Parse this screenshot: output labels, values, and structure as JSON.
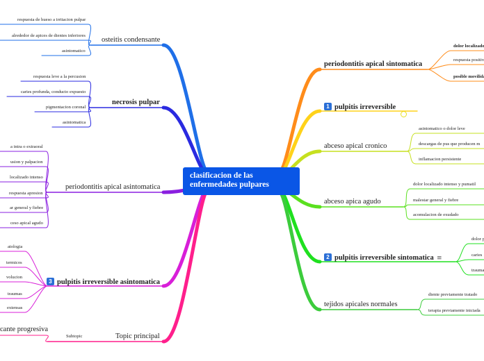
{
  "central": {
    "title": "clasificacion de las enfermedades pulpares"
  },
  "left": [
    {
      "label": "osteitis condensante",
      "color": "#1f6fe8",
      "children": [
        "respuesta de hueso a irritacion pulpar",
        "alrededor de apices de dientes inferiores",
        "asintomatico"
      ]
    },
    {
      "label": "necrosis pulpar",
      "color": "#2a2ae0",
      "bold": true,
      "children": [
        "respuesta leve a la percusion",
        "caries profunda, conducto expuesto",
        "pigmentacion coronal",
        "asintomatica"
      ]
    },
    {
      "label": "periodontitis apical asintomatica",
      "color": "#8a1fe0",
      "children": [
        "a intra o extraoral",
        "usion y palpacion",
        "localizado intenso",
        "respuesta apresion",
        "ar general y fiebre",
        "ceso apical agudo"
      ]
    },
    {
      "label": "pulpitis irreversible asintomatica",
      "number": "3",
      "color": "#d81fd8",
      "bold": true,
      "children": [
        "atologia",
        "termicos",
        "volucion",
        "traumas",
        "extensas"
      ]
    },
    {
      "label": "Topic principal",
      "color": "#ff1f8c",
      "children": [
        "cante progresiva"
      ],
      "sublabel": "Subtopic"
    }
  ],
  "right": [
    {
      "label": "periodontitis apical sintomatica",
      "color": "#ff8c1a",
      "bold": true,
      "children": [
        "dolor localizado",
        "respuesta positiva",
        "posible movilidad"
      ]
    },
    {
      "label": "pulpitis irreversible",
      "number": "1",
      "color": "#ffd21a",
      "bold": true,
      "children": []
    },
    {
      "label": "abceso apical cronico",
      "color": "#c6e01f",
      "children": [
        "asintomatico o dolor leve",
        "descargas de pus que producen m",
        "inflamacion persistente"
      ]
    },
    {
      "label": "abceso apica agudo",
      "color": "#5ae01f",
      "children": [
        "dolor localizado intenso y pumatil",
        "malestar general y fiebre",
        "acomulacion de exudado"
      ]
    },
    {
      "label": "pulpitis irreversible sintomatica",
      "number": "2",
      "color": "#1fe01f",
      "bold": true,
      "children": [
        "dolor p",
        "caries",
        "trauma"
      ]
    },
    {
      "label": "tejidos apicales normales",
      "color": "#3ccc3c",
      "children": [
        "diente previamente tratado",
        "terapia previamente iniciada"
      ]
    }
  ]
}
